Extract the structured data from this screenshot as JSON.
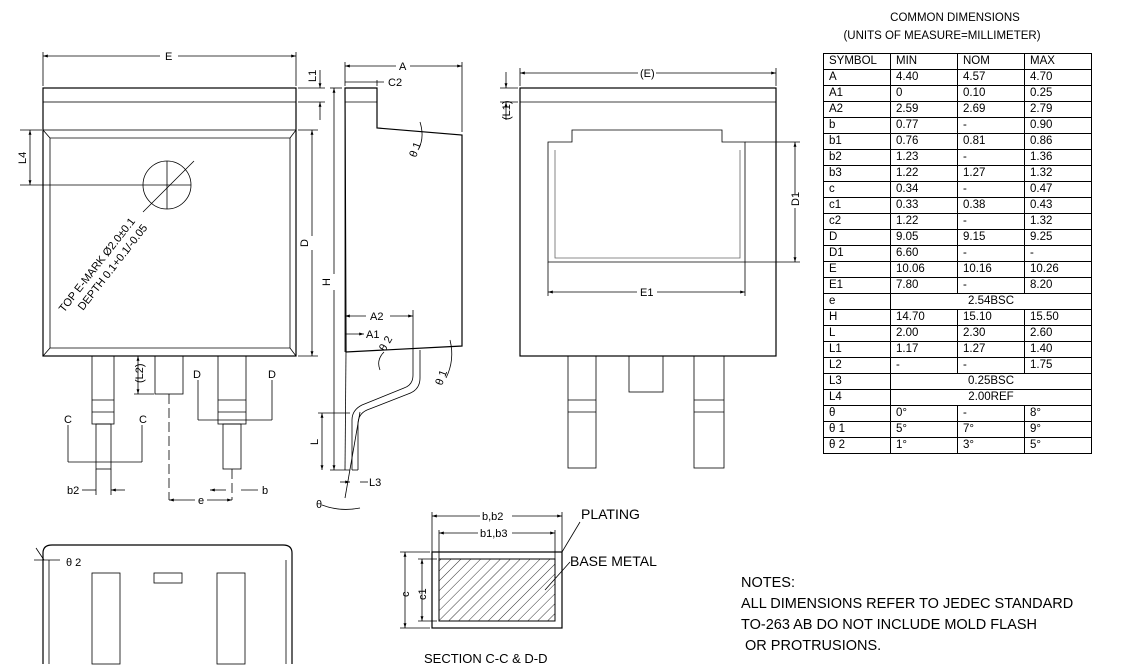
{
  "table": {
    "caption1": "COMMON DIMENSIONS",
    "caption2": "(UNITS OF MEASURE=MILLIMETER)",
    "headers": [
      "SYMBOL",
      "MIN",
      "NOM",
      "MAX"
    ],
    "rows": [
      {
        "sym": "A",
        "min": "4.40",
        "nom": "4.57",
        "max": "4.70"
      },
      {
        "sym": "A1",
        "min": "0",
        "nom": "0.10",
        "max": "0.25"
      },
      {
        "sym": "A2",
        "min": "2.59",
        "nom": "2.69",
        "max": "2.79"
      },
      {
        "sym": "b",
        "min": "0.77",
        "nom": "-",
        "max": "0.90"
      },
      {
        "sym": "b1",
        "min": "0.76",
        "nom": "0.81",
        "max": "0.86"
      },
      {
        "sym": "b2",
        "min": "1.23",
        "nom": "-",
        "max": "1.36"
      },
      {
        "sym": "b3",
        "min": "1.22",
        "nom": "1.27",
        "max": "1.32"
      },
      {
        "sym": "c",
        "min": "0.34",
        "nom": "-",
        "max": "0.47"
      },
      {
        "sym": "c1",
        "min": "0.33",
        "nom": "0.38",
        "max": "0.43"
      },
      {
        "sym": "c2",
        "min": "1.22",
        "nom": "-",
        "max": "1.32"
      },
      {
        "sym": "D",
        "min": "9.05",
        "nom": "9.15",
        "max": "9.25"
      },
      {
        "sym": "D1",
        "min": "6.60",
        "nom": "-",
        "max": "-"
      },
      {
        "sym": "E",
        "min": "10.06",
        "nom": "10.16",
        "max": "10.26"
      },
      {
        "sym": "E1",
        "min": "7.80",
        "nom": "-",
        "max": "8.20"
      },
      {
        "sym": "e",
        "span": "2.54BSC"
      },
      {
        "sym": "H",
        "min": "14.70",
        "nom": "15.10",
        "max": "15.50"
      },
      {
        "sym": "L",
        "min": "2.00",
        "nom": "2.30",
        "max": "2.60"
      },
      {
        "sym": "L1",
        "min": "1.17",
        "nom": "1.27",
        "max": "1.40"
      },
      {
        "sym": "L2",
        "min": "-",
        "nom": "-",
        "max": "1.75"
      },
      {
        "sym": "L3",
        "span": "0.25BSC"
      },
      {
        "sym": "L4",
        "span": "2.00REF"
      },
      {
        "sym": "θ",
        "min": "0°",
        "nom": "-",
        "max": "8°"
      },
      {
        "sym": "θ 1",
        "min": "5°",
        "nom": "7°",
        "max": "9°"
      },
      {
        "sym": "θ 2",
        "min": "1°",
        "nom": "3°",
        "max": "5°"
      }
    ]
  },
  "labels": {
    "E": "E",
    "L1": "L1",
    "L4": "L4",
    "D": "D",
    "H": "H",
    "A": "A",
    "C2": "C2",
    "A2": "A2",
    "A1": "A1",
    "theta": "θ",
    "theta1": "θ 1",
    "theta2": "θ 2",
    "L2": "(L2)",
    "L": "L",
    "L3": "L3",
    "b": "b",
    "b2": "b2",
    "e": "e",
    "C": "C",
    "Dmark": "D",
    "Eparen": "(E)",
    "L1paren": "(L1)",
    "D1": "D1",
    "E1": "E1",
    "topmark1": "TOP E-MARK Ø2.0±0.1",
    "topmark2": "DEPTH 0.1+0.1/-0.05",
    "bb2": "b,b2",
    "b1b3": "b1,b3",
    "c": "c",
    "c1": "c1",
    "plating": "PLATING",
    "basemetal": "BASE METAL"
  },
  "section_title": "SECTION C-C & D-D",
  "notes": {
    "title": "NOTES:",
    "line1": "ALL DIMENSIONS REFER TO JEDEC STANDARD",
    "line2": "TO-263 AB DO NOT INCLUDE MOLD FLASH",
    "line3": " OR PROTRUSIONS."
  }
}
